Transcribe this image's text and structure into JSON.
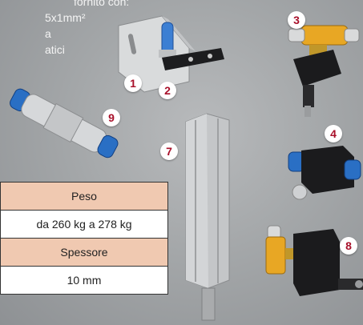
{
  "caption": {
    "lines": [
      "fornito con:",
      "5x1mm²",
      "a",
      "atici"
    ]
  },
  "badges": {
    "b1": "1",
    "b2": "2",
    "b3": "3",
    "b4": "4",
    "b7": "7",
    "b8": "8",
    "b9": "9"
  },
  "spec_table": {
    "weight_header": "Peso",
    "weight_value": "da 260 kg a 278 kg",
    "thickness_header": "Spessore",
    "thickness_value": "10 mm"
  },
  "colors": {
    "badge_text": "#a8102a",
    "table_header_bg": "#f0c9b1",
    "fitting_blue": "#1f5fb0",
    "brass": "#e0a21c"
  }
}
